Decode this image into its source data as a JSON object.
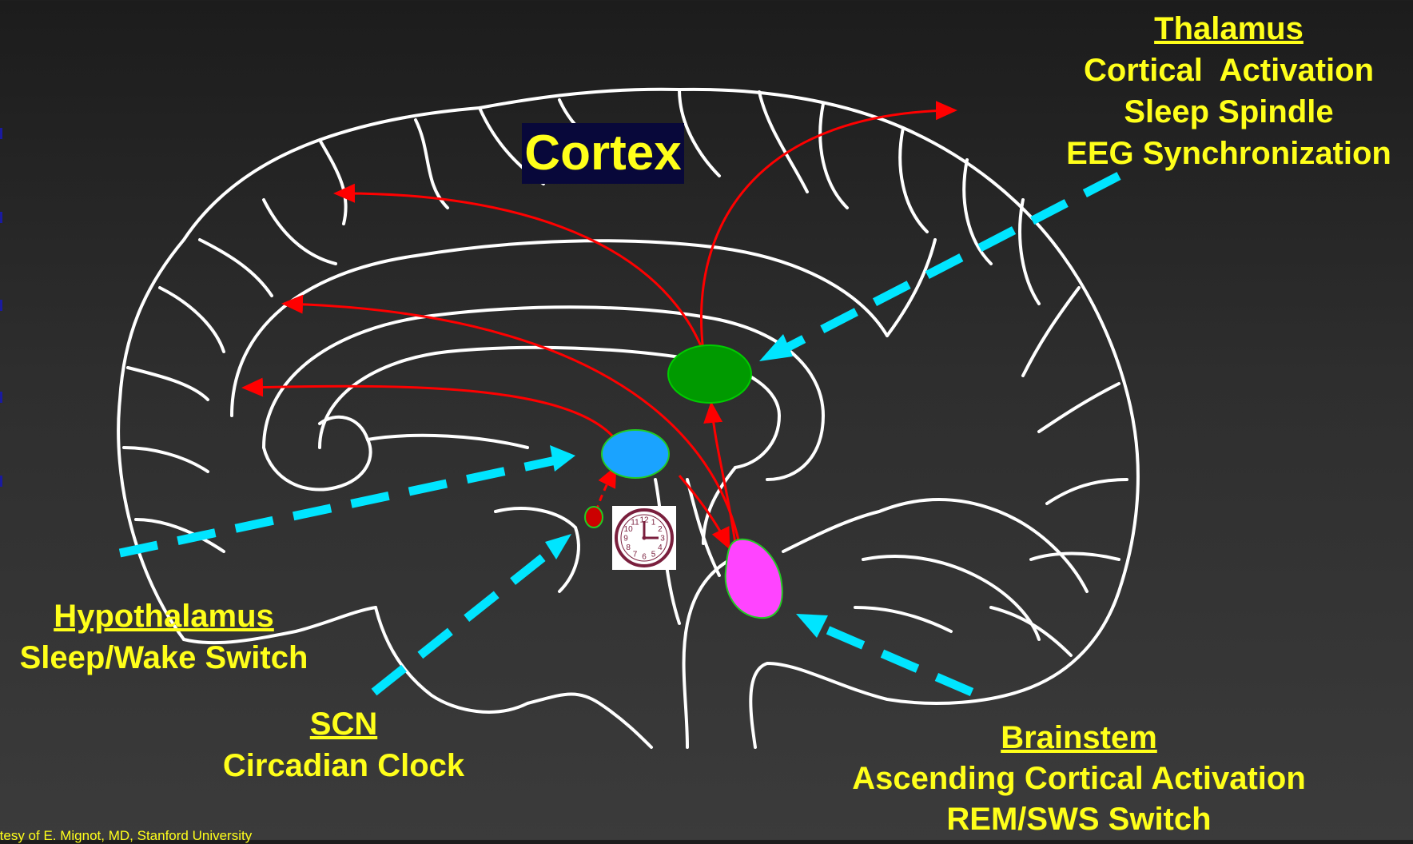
{
  "cortex": {
    "label": "Cortex"
  },
  "thalamus": {
    "title": "Thalamus",
    "lines": [
      "Cortical  Activation",
      "Sleep Spindle",
      "EEG Synchronization"
    ]
  },
  "hypothalamus": {
    "title": "Hypothalamus",
    "lines": [
      "Sleep/Wake Switch"
    ]
  },
  "scn": {
    "title": "SCN",
    "lines": [
      "Circadian Clock"
    ]
  },
  "brainstem": {
    "title": "Brainstem",
    "lines": [
      "Ascending Cortical Activation",
      "REM/SWS Switch"
    ]
  },
  "credit": "rtesy of E. Mignot, MD, Stanford University",
  "clock": {
    "numbers": [
      "12",
      "1",
      "2",
      "3",
      "4",
      "5",
      "6",
      "7",
      "8",
      "9",
      "10",
      "11"
    ]
  },
  "colors": {
    "background": "#333333",
    "brain_outline": "#ffffff",
    "label_text": "#ffff1a",
    "cortex_box": "#08083a",
    "arrow_red": "#ff0000",
    "dash_cyan": "#00e5ff",
    "thalamus_fill": "#009a00",
    "hypothalamus_fill": "#1aa3ff",
    "scn_fill": "#cc0000",
    "brainstem_fill": "#ff44ff"
  }
}
